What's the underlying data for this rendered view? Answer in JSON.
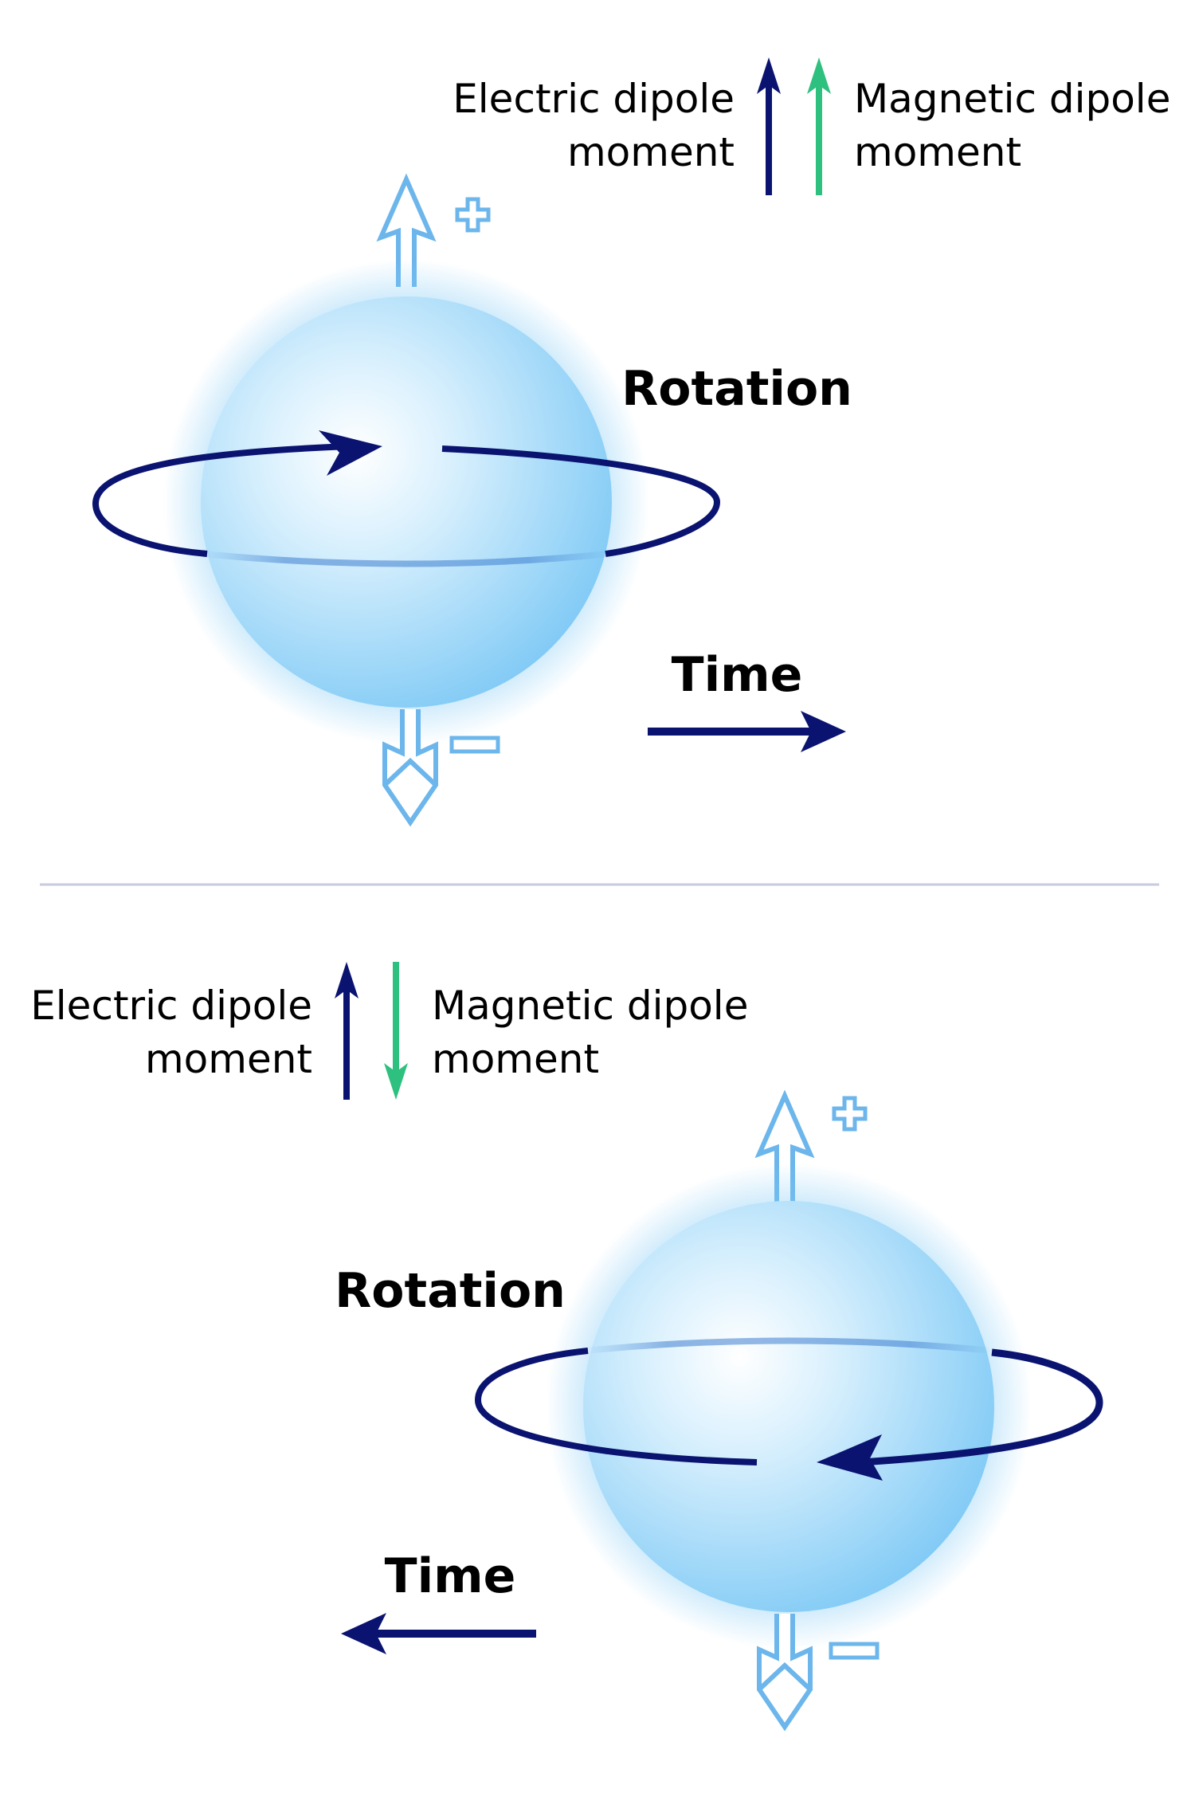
{
  "colors": {
    "navy": "#0a1470",
    "green": "#2ec07e",
    "light_blue_outline": "#6cb6ec",
    "sphere_light": "#ffffff",
    "sphere_dark": "#7cc8f5",
    "divider": "#c7cbe0"
  },
  "panel_top": {
    "legend": {
      "electric": {
        "line1": "Electric dipole",
        "line2": "moment",
        "direction": "up"
      },
      "magnetic": {
        "line1": "Magnetic dipole",
        "line2": "moment",
        "direction": "up"
      }
    },
    "rotation_label": "Rotation",
    "time_label": "Time",
    "time_direction": "right",
    "rotation_direction": "counterclockwise-from-above",
    "plus_symbol": "+",
    "minus_symbol": "−"
  },
  "panel_bottom": {
    "legend": {
      "electric": {
        "line1": "Electric dipole",
        "line2": "moment",
        "direction": "up"
      },
      "magnetic": {
        "line1": "Magnetic dipole",
        "line2": "moment",
        "direction": "down"
      }
    },
    "rotation_label": "Rotation",
    "time_label": "Time",
    "time_direction": "left",
    "rotation_direction": "clockwise-from-above",
    "plus_symbol": "+",
    "minus_symbol": "−"
  }
}
